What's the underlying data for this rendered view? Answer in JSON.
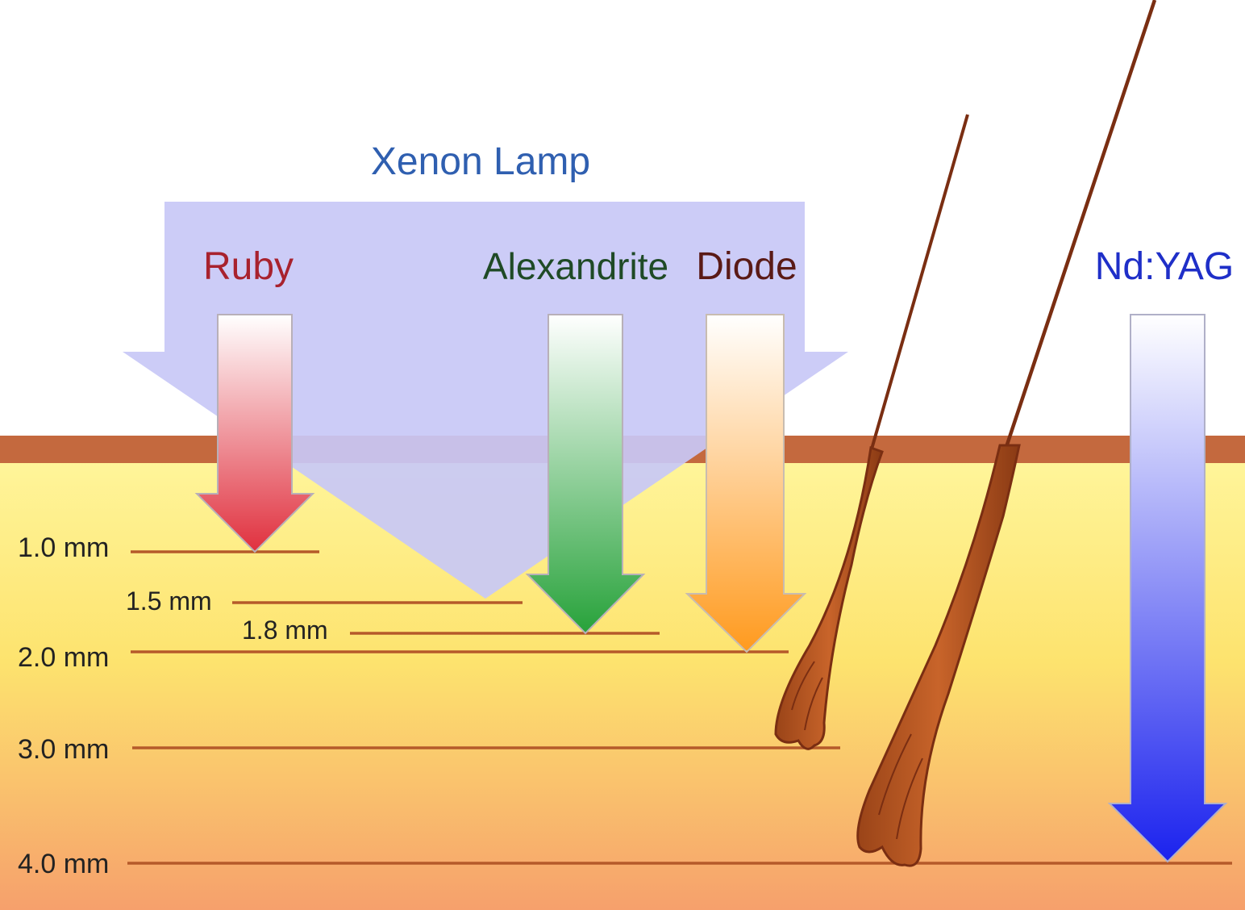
{
  "title": "Xenon Lamp",
  "lasers": [
    {
      "label": "Ruby",
      "color": "#a8222e"
    },
    {
      "label": "Alexandrite",
      "color": "#1f4a26"
    },
    {
      "label": "Diode",
      "color": "#5a1a16"
    },
    {
      "label": "Nd:YAG",
      "color": "#1f2fc8"
    }
  ],
  "depths": [
    "1.0 mm",
    "1.5 mm",
    "1.8 mm",
    "2.0 mm",
    "3.0 mm",
    "4.0 mm"
  ],
  "colors": {
    "xenon": "#c8c8f6",
    "title": "#2f5fb0",
    "skin_top": "#fff59a",
    "skin_bottom": "#f6a06c",
    "epidermis": "#c4693e",
    "depth_line": "#b55a2a",
    "hair": "#7a2e12",
    "ruby": "#e0303e",
    "alexandrite": "#27a23a",
    "diode": "#ff9a1e",
    "ndyag": "#1b22ee"
  }
}
